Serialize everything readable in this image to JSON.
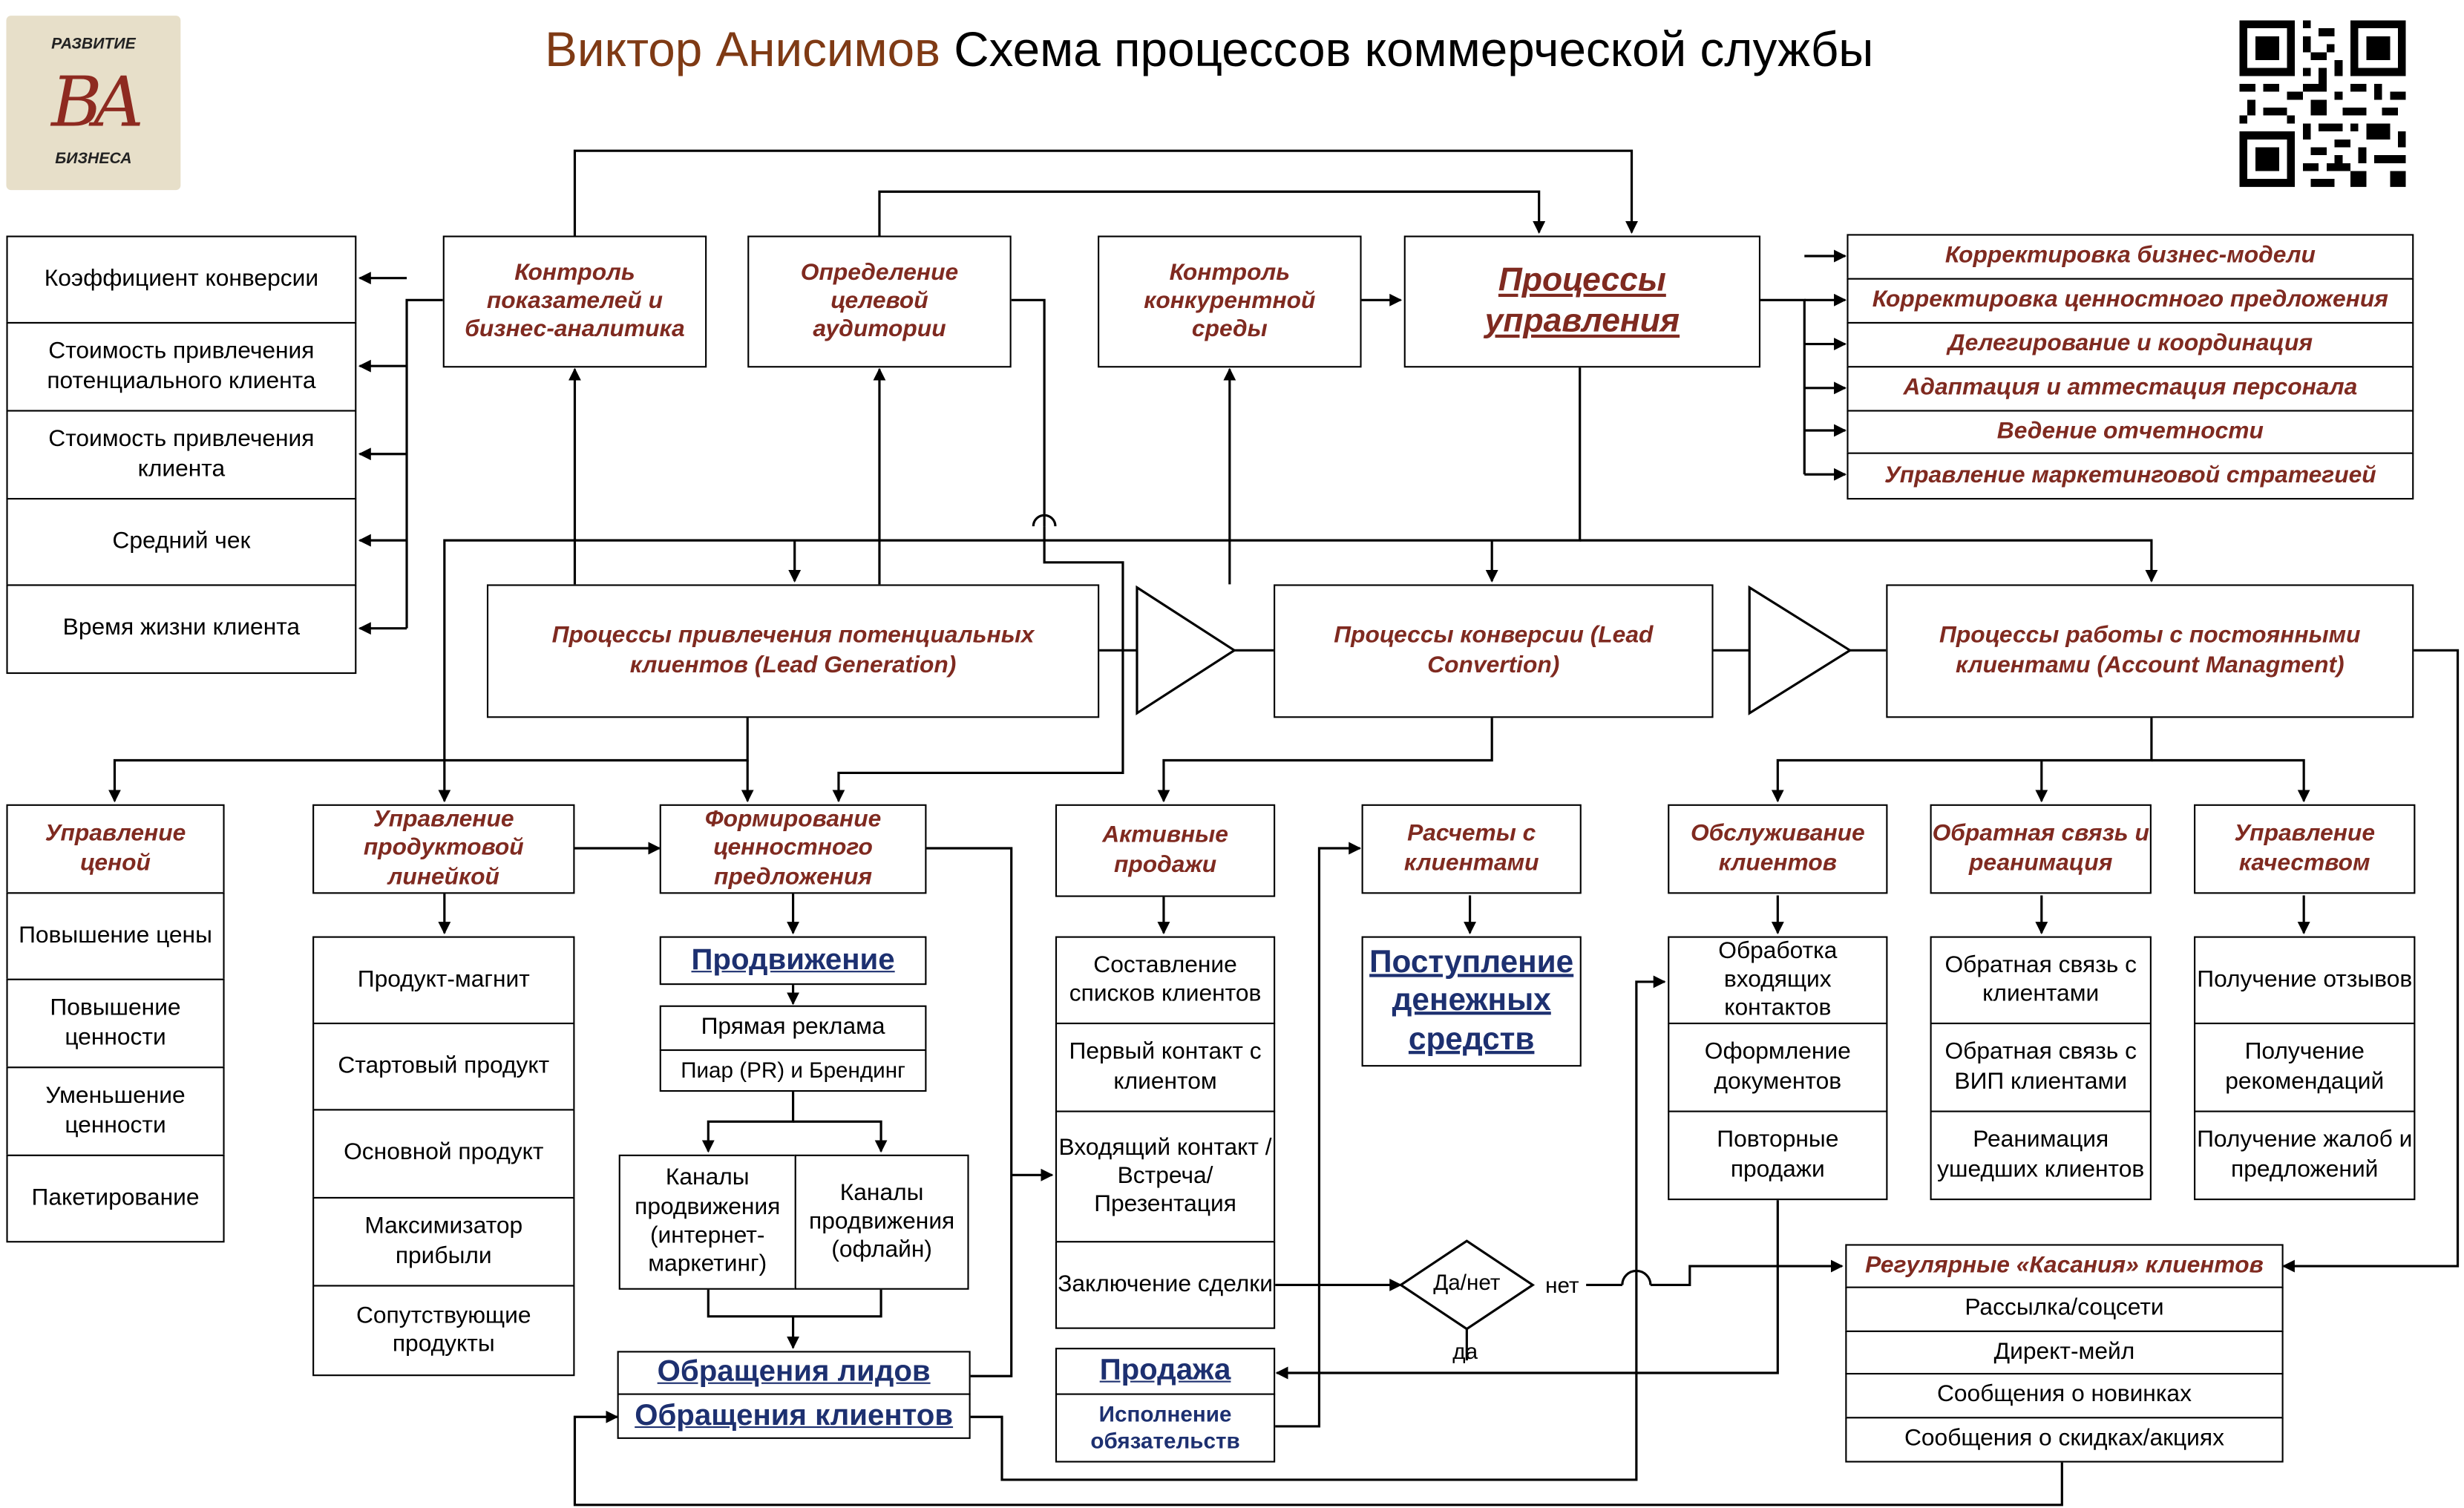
{
  "logo": {
    "top": "РАЗВИТИЕ",
    "monogram": "ВА",
    "bottom": "БИЗНЕСА"
  },
  "title": {
    "author": "Виктор Анисимов",
    "subject": "Схема процессов коммерческой службы"
  },
  "qr_icon": "qr-code",
  "colors": {
    "process_title": "#7f2a20",
    "money_link": "#1d3070",
    "author": "#7f3a14"
  },
  "metrics": [
    "Коэффициент конверсии",
    "Стоимость привлечения потенциального клиента",
    "Стоимость привлечения клиента",
    "Средний чек",
    "Время жизни клиента"
  ],
  "control": {
    "analytics": "Контроль показателей и бизнес-аналитика",
    "audience": "Определение целевой аудитории",
    "competition": "Контроль конкурентной среды",
    "management": "Процессы управления"
  },
  "management_items": [
    "Корректировка бизнес-модели",
    "Корректировка ценностного предложения",
    "Делегирование и координация",
    "Адаптация и аттестация персонала",
    "Ведение отчетности",
    "Управление маркетинговой стратегией"
  ],
  "stages": {
    "leadgen": "Процессы привлечения потенциальных клиентов (Lead Generation)",
    "conversion": "Процессы конверсии (Lead Convertion)",
    "account": "Процессы работы с постоянными клиентами (Account Managment)"
  },
  "pricing": {
    "title": "Управление ценой",
    "items": [
      "Повышение цены",
      "Повышение ценности",
      "Уменьшение ценности",
      "Пакетирование"
    ]
  },
  "product_line": {
    "title": "Управление продуктовой линейкой",
    "items": [
      "Продукт-магнит",
      "Стартовый продукт",
      "Основной продукт",
      "Максимизатор прибыли",
      "Сопутствующие продукты"
    ]
  },
  "value_prop": {
    "title": "Формирование ценностного предложения",
    "promotion": "Продвижение",
    "direct_ads": "Прямая реклама",
    "pr": "Пиар (PR) и Брендинг",
    "online": "Каналы продвижения (интернет-маркетинг)",
    "offline": "Каналы продвижения (офлайн)",
    "lead_requests": "Обращения лидов",
    "client_requests": "Обращения клиентов"
  },
  "sales": {
    "title": "Активные продажи",
    "items": [
      "Составление списков клиентов",
      "Первый контакт с клиентом",
      "Входящий контакт / Встреча/ Презентация",
      "Заключение сделки"
    ]
  },
  "decision": {
    "label": "Да/нет",
    "no": "нет",
    "yes": "да"
  },
  "sale": {
    "title": "Продажа",
    "fulfillment": "Исполнение обязательств"
  },
  "settlements": {
    "title": "Расчеты с клиентами",
    "money": "Поступление денежных средств"
  },
  "service": {
    "title": "Обслуживание клиентов",
    "items": [
      "Обработка входящих контактов",
      "Оформление документов",
      "Повторные продажи"
    ]
  },
  "feedback": {
    "title": "Обратная связь и реанимация",
    "items": [
      "Обратная связь с клиентами",
      "Обратная связь с ВИП клиентами",
      "Реанимация ушедших клиентов"
    ]
  },
  "quality": {
    "title": "Управление качеством",
    "items": [
      "Получение отзывов",
      "Получение рекомендаций",
      "Получение жалоб и предложений"
    ]
  },
  "touches": {
    "title": "Регулярные «Касания» клиентов",
    "items": [
      "Рассылка/соцсети",
      "Директ-мейл",
      "Сообщения о новинках",
      "Сообщения о скидках/акциях"
    ]
  }
}
